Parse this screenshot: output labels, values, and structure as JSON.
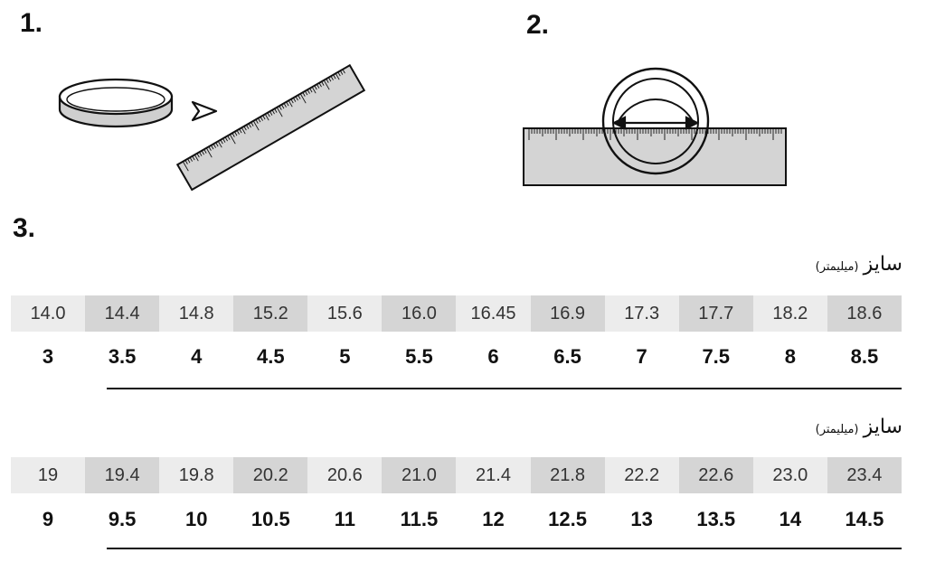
{
  "steps": [
    "1.",
    "2.",
    "3."
  ],
  "table_label": {
    "main": "سایز",
    "unit": "(میلیمتر)"
  },
  "tables": [
    {
      "mm": [
        "14.0",
        "14.4",
        "14.8",
        "15.2",
        "15.6",
        "16.0",
        "16.45",
        "16.9",
        "17.3",
        "17.7",
        "18.2",
        "18.6"
      ],
      "sizes": [
        "3",
        "3.5",
        "4",
        "4.5",
        "5",
        "5.5",
        "6",
        "6.5",
        "7",
        "7.5",
        "8",
        "8.5"
      ]
    },
    {
      "mm": [
        "19",
        "19.4",
        "19.8",
        "20.2",
        "20.6",
        "21.0",
        "21.4",
        "21.8",
        "22.2",
        "22.6",
        "23.0",
        "23.4"
      ],
      "sizes": [
        "9",
        "9.5",
        "10",
        "10.5",
        "11",
        "11.5",
        "12",
        "12.5",
        "13",
        "13.5",
        "14",
        "14.5"
      ]
    }
  ],
  "colors": {
    "light_cell": "#ececec",
    "dark_cell": "#d5d5d5",
    "ruler_fill": "#d4d4d4",
    "ink": "#111111"
  },
  "icons": [
    "paper-strip-loop-icon",
    "arrow-right-icon",
    "ruler-icon",
    "ring-icon",
    "double-arrow-icon"
  ]
}
